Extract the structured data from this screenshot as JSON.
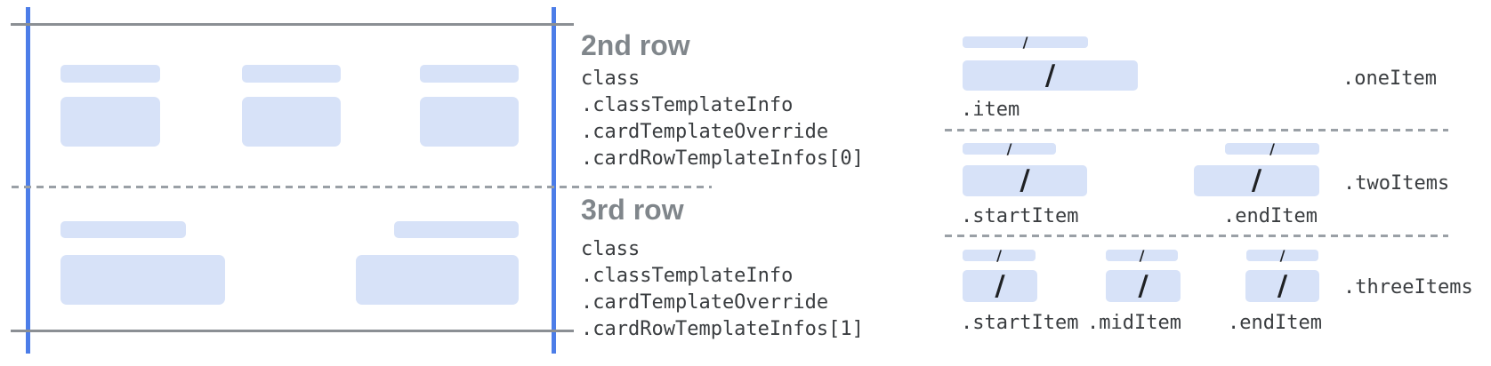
{
  "glyphs": {
    "slash": "/"
  },
  "colors": {
    "bar_fill": "#d7e2f8",
    "card_edge_blue": "#4c7de8",
    "card_line_gray": "#8b8f94",
    "dashed_gray": "#9aa0a6",
    "heading_gray": "#80868b",
    "code_text": "#3a3d40",
    "slash_dark": "#1f2124"
  },
  "card_rows": [
    {
      "heading": "2nd row",
      "code": [
        "class",
        ".classTemplateInfo",
        ".cardTemplateOverride",
        ".cardRowTemplateInfos[0]"
      ]
    },
    {
      "heading": "3rd row",
      "code": [
        "class",
        ".classTemplateInfo",
        ".cardTemplateOverride",
        ".cardRowTemplateInfos[1]"
      ]
    }
  ],
  "item_layouts": [
    {
      "layout_label": ".oneItem",
      "item_labels": [
        ".item"
      ]
    },
    {
      "layout_label": ".twoItems",
      "item_labels": [
        ".startItem",
        ".endItem"
      ]
    },
    {
      "layout_label": ".threeItems",
      "item_labels": [
        ".startItem",
        ".midItem",
        ".endItem"
      ]
    }
  ]
}
